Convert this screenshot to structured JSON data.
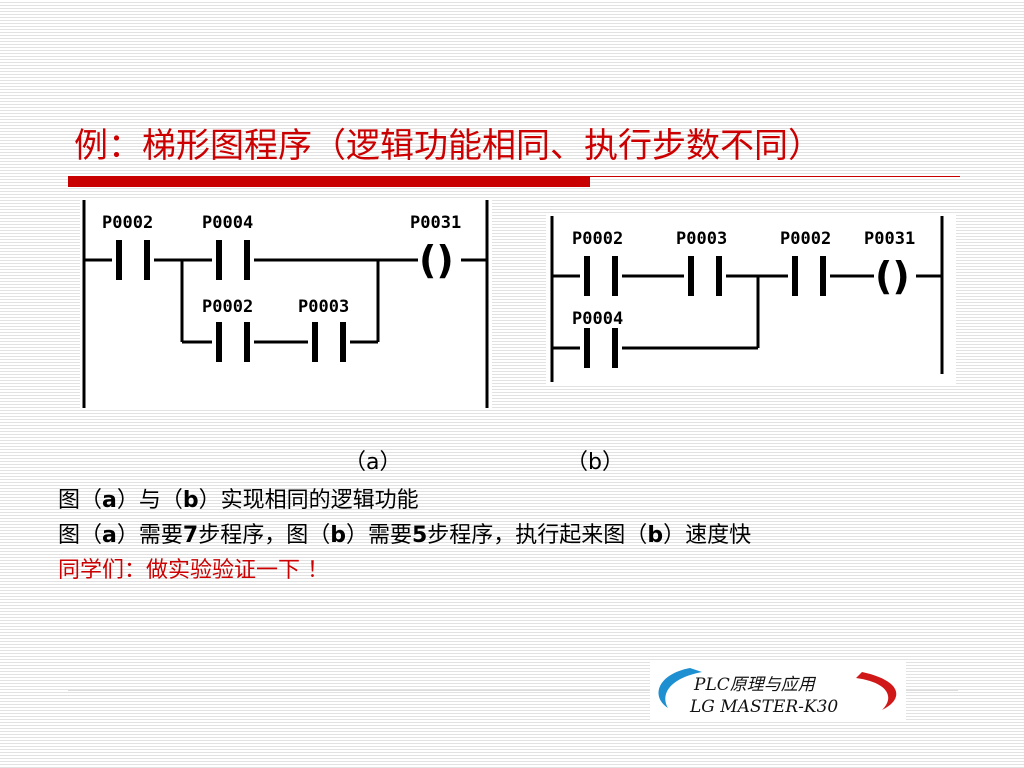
{
  "title": "例：梯形图程序（逻辑功能相同、执行步数不同）",
  "ladder_a": {
    "contacts": [
      "P0002",
      "P0004",
      "P0002",
      "P0003"
    ],
    "coil": "P0031",
    "coil_symbol": "()"
  },
  "ladder_b": {
    "contacts": [
      "P0002",
      "P0003",
      "P0002",
      "P0004"
    ],
    "coil": "P0031",
    "coil_symbol": "()"
  },
  "captions": {
    "a": "（a）",
    "b": "（b）"
  },
  "body": {
    "line1": {
      "p1": "图（",
      "a": "a",
      "p2": "）与（",
      "b": "b",
      "p3": "）实现相同的逻辑功能"
    },
    "line2": {
      "p1": "图（",
      "a": "a",
      "p2": "）需要",
      "n7": "7",
      "p3": "步程序，图（",
      "b": "b",
      "p4": "）需要",
      "n5": "5",
      "p5": "步程序，执行起来图（",
      "b2": "b",
      "p6": "）速度快"
    },
    "line3": "同学们：做实验验证一下 ！"
  },
  "logo": {
    "line1": "PLC原理与应用",
    "line2": "LG MASTER-K30"
  },
  "colors": {
    "title": "#cc0000",
    "accent_bar": "#c80000",
    "logo_blue": "#1e8fd0",
    "logo_red": "#d01818"
  }
}
